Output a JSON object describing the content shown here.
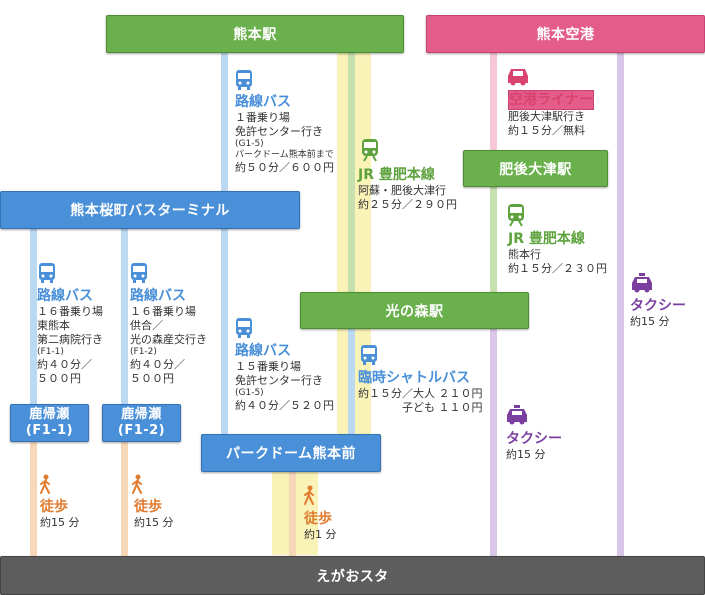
{
  "stations": {
    "kumamoto": "熊本駅",
    "airport": "熊本空港",
    "higo_ozu": "肥後大津駅",
    "sakuramachi": "熊本桜町バスターミナル",
    "hikarinomori": "光の森駅",
    "parkdome": "パークドーム熊本前",
    "kagase1_name": "鹿帰瀬",
    "kagase1_code": "(F1-1)",
    "kagase2_name": "鹿帰瀬",
    "kagase2_code": "(F1-2)",
    "egao": "えがおスタ"
  },
  "routes": {
    "bus_kumamoto": {
      "title": "路線バス",
      "l1": "１番乗り場",
      "l2": "免許センター行き",
      "l3": "(G1-5)",
      "l4": "パークドーム熊本前まで",
      "l5": "約５０分／６００円"
    },
    "jr_kumamoto": {
      "title": "JR 豊肥本線",
      "l1": "阿蘇・肥後大津行",
      "l2": "約２５分／２９０円"
    },
    "airport_liner": {
      "title": "空港ライナー",
      "l1": "肥後大津駅行き",
      "l2": "約１５分／無料"
    },
    "jr_ozu": {
      "title": "JR 豊肥本線",
      "l1": "熊本行",
      "l2": "約１５分／２３０円"
    },
    "taxi_airport": {
      "title": "タクシー",
      "l1": "約15 分"
    },
    "bus_f11": {
      "title": "路線バス",
      "l1": "１６番乗り場",
      "l2": "東熊本",
      "l3": "第二病院行き",
      "l4": "(F1-1)",
      "l5": "約４０分／",
      "l6": "５００円"
    },
    "bus_f12": {
      "title": "路線バス",
      "l1": "１６番乗り場",
      "l2": "供合／",
      "l3": "光の森産交行き",
      "l4": "(F1-2)",
      "l5": "約４０分／",
      "l6": "５００円"
    },
    "bus_15": {
      "title": "路線バス",
      "l1": "１５番乗り場",
      "l2": "免許センター行き",
      "l3": "(G1-5)",
      "l4": "約４０分／５２０円"
    },
    "shuttle": {
      "title": "臨時シャトルバス",
      "l1": "約１５分／大人 ２１０円",
      "l2": "子ども １１０円"
    },
    "taxi_ozu": {
      "title": "タクシー",
      "l1": "約15 分"
    },
    "walk1": {
      "title": "徒歩",
      "l1": "約15 分"
    },
    "walk2": {
      "title": "徒歩",
      "l1": "約15 分"
    },
    "walk3": {
      "title": "徒歩",
      "l1": "約1 分"
    }
  },
  "colors": {
    "green": "#6ab04c",
    "pink": "#e45c8a",
    "blue": "#4a90d9",
    "gray": "#5d5d5d",
    "bus_line": "#bcd9f2",
    "jr_line": "#c6e0b0",
    "taxi_line": "#d9c6e8",
    "walk_line": "#f6d8b8",
    "highlight": "#f9f3b8"
  }
}
